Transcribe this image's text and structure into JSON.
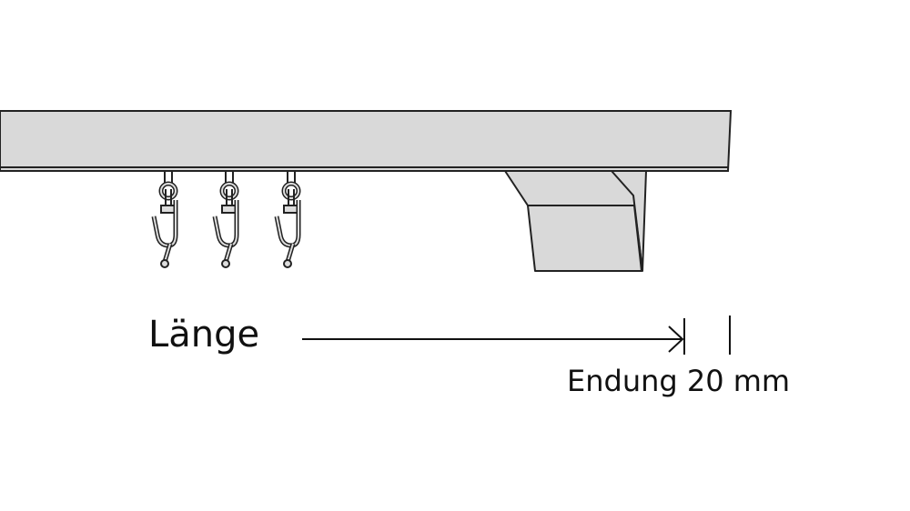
{
  "labels": {
    "length": "Länge",
    "end_cap": "Endung 20 mm"
  },
  "colors": {
    "rail_fill": "#d9d9d9",
    "stroke": "#222222"
  },
  "hooks": [
    1,
    2,
    3
  ]
}
